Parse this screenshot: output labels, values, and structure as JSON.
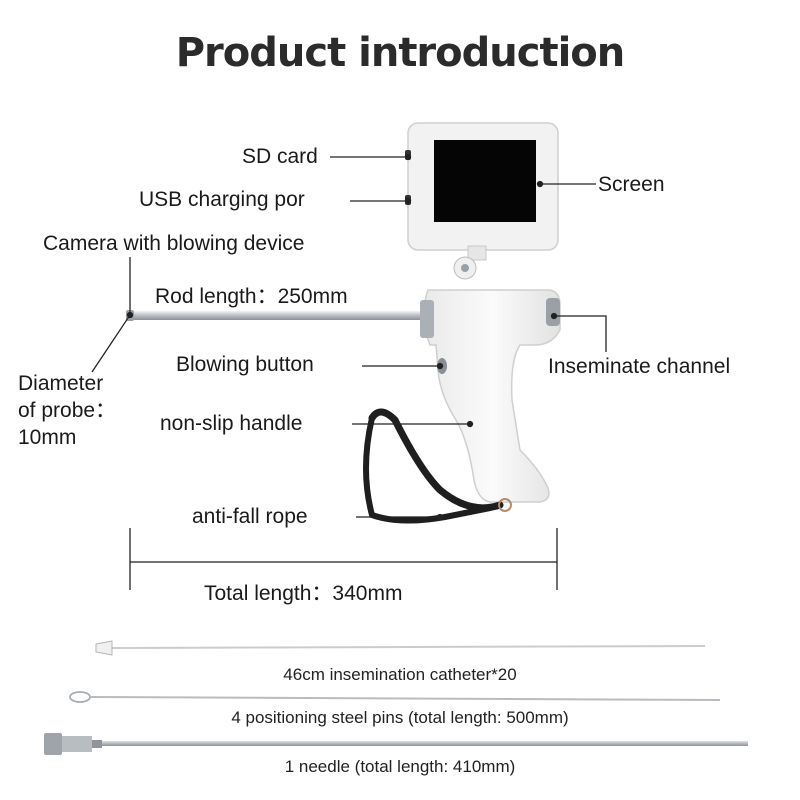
{
  "title": "Product introduction",
  "labels": {
    "sd_card": "SD card",
    "usb_port": "USB charging por",
    "camera": "Camera with blowing device",
    "screen": "Screen",
    "rod_length": "Rod length：250mm",
    "blowing_button": "Blowing button",
    "inseminate_channel": "Inseminate channel",
    "diameter": "Diameter\nof probe：\n10mm",
    "handle": "non-slip handle",
    "rope": "anti-fall rope",
    "total_length": "Total length：340mm"
  },
  "accessories": {
    "catheter": "46cm insemination catheter*20",
    "pins": "4 positioning steel pins (total length: 500mm)",
    "needle": "1 needle (total length: 410mm)"
  },
  "colors": {
    "device_body": "#f4f4f4",
    "screen_display": "#050505",
    "rope": "#1e1e1e",
    "metal": "#c9cdd2"
  }
}
